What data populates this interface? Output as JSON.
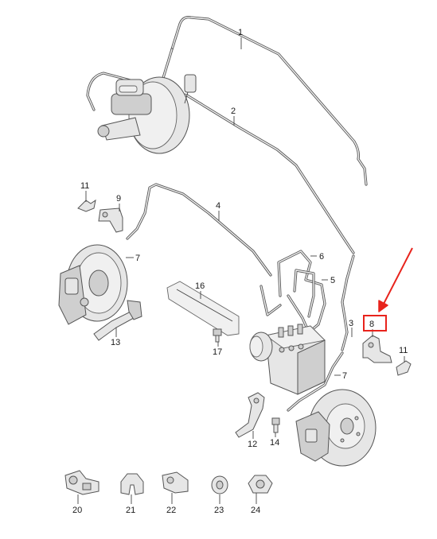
{
  "labels": {
    "l1": "1",
    "l2": "2",
    "l3": "3",
    "l4": "4",
    "l5": "5",
    "l6": "6",
    "l7a": "7",
    "l7b": "7",
    "l8": "8",
    "l9": "9",
    "l11a": "11",
    "l11b": "11",
    "l12": "12",
    "l13": "13",
    "l14": "14",
    "l16": "16",
    "l17": "17",
    "l20": "20",
    "l21": "21",
    "l22": "22",
    "l23": "23",
    "l24": "24"
  },
  "colors": {
    "highlight": "#e8231c",
    "line": "#444444"
  }
}
